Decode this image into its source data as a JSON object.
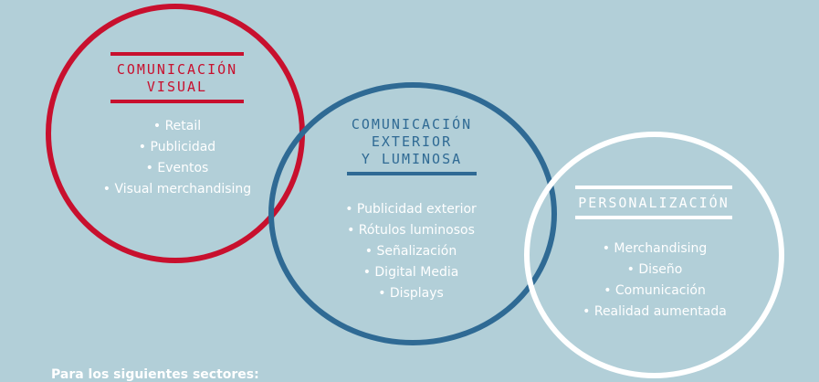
{
  "colors": {
    "background": "#b2cfd8",
    "red": "#c8102e",
    "blue": "#2f6a94",
    "white": "#ffffff"
  },
  "groups": {
    "visual": {
      "title_line1": "COMUNICACIÓN",
      "title_line2": "VISUAL",
      "items": [
        "• Retail",
        "• Publicidad",
        "• Eventos",
        "• Visual merchandising"
      ]
    },
    "exterior": {
      "title_line1": "COMUNICACIÓN",
      "title_line2": "EXTERIOR",
      "title_line3": "Y LUMINOSA",
      "items": [
        "• Publicidad exterior",
        "• Rótulos luminosos",
        "• Señalización",
        "• Digital Media",
        "• Displays"
      ]
    },
    "personalizacion": {
      "title_line1": "PERSONALIZACIÓN",
      "items": [
        "• Merchandising",
        "• Diseño",
        "• Comunicación",
        "• Realidad aumentada"
      ]
    }
  },
  "footer": {
    "sectors_heading": "Para los siguientes sectores:"
  }
}
